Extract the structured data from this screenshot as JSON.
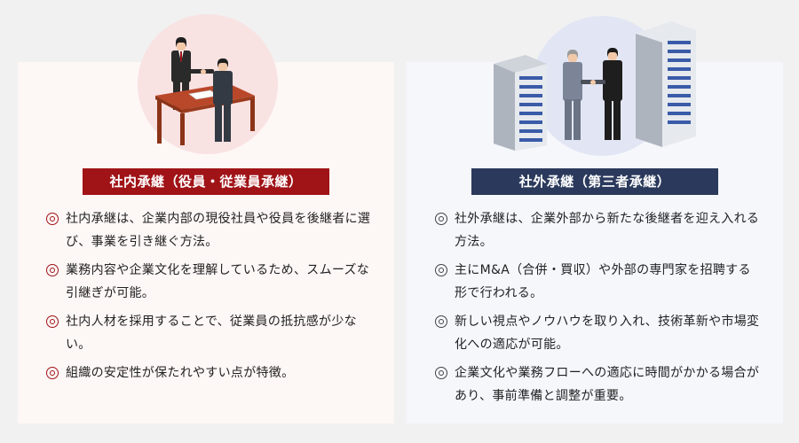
{
  "panels": [
    {
      "title": "社内承継（役員・従業員承継）",
      "accent": "#a01317",
      "items": [
        "社内承継は、企業内部の現役社員や役員を後継者に選び、事業を引き継ぐ方法。",
        "業務内容や企業文化を理解しているため、スムーズな引継ぎが可能。",
        "社内人材を採用することで、従業員の抵抗感が少ない。",
        "組織の安定性が保たれやすい点が特徴。"
      ]
    },
    {
      "title": "社外承継（第三者承継）",
      "accent": "#2b3a5c",
      "items": [
        "社外承継は、企業外部から新たな後継者を迎え入れる方法。",
        "主にM&A（合併・買収）や外部の専門家を招聘する形で行われる。",
        "新しい視点やノウハウを取り入れ、技術革新や市場変化への適応が可能。",
        "企業文化や業務フローへの適応に時間がかかる場合があり、事前準備と調整が重要。"
      ]
    }
  ],
  "icons": {
    "left": "handshake-at-desk-illustration",
    "right": "handshake-between-buildings-illustration"
  }
}
